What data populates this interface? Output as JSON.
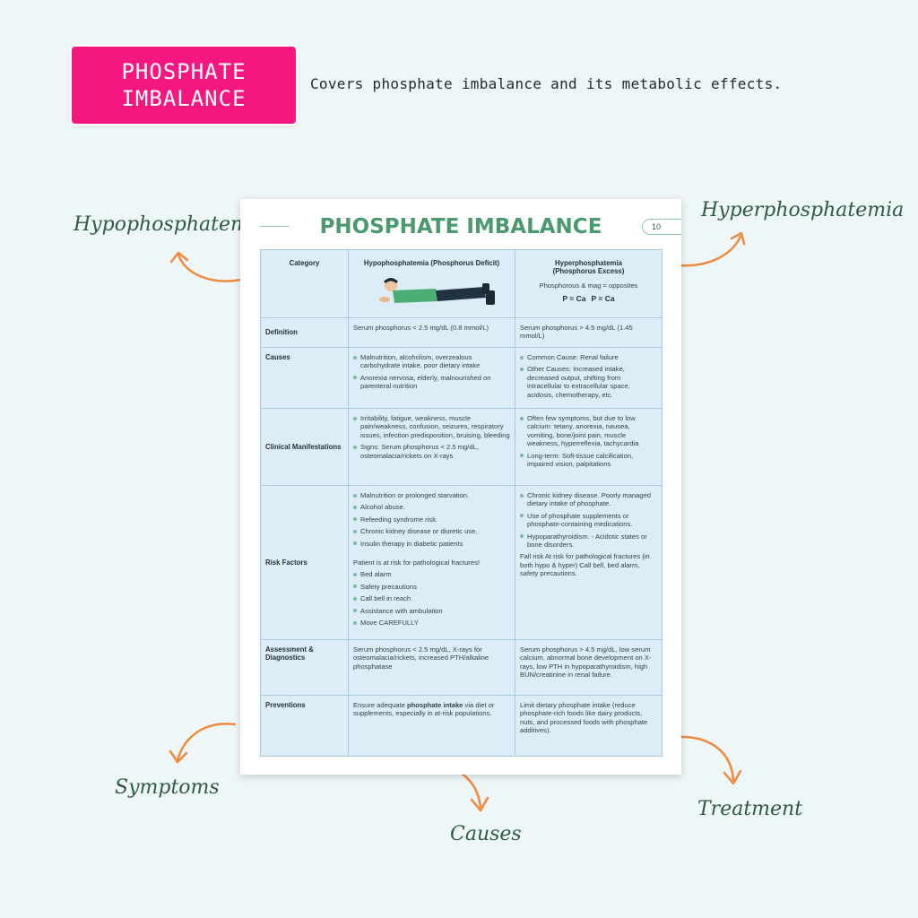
{
  "badge": {
    "line1": "PHOSPHATE",
    "line2": "IMBALANCE"
  },
  "tagline": "Covers phosphate imbalance and its metabolic effects.",
  "callouts": {
    "hypo": "Hypophosphatemia",
    "hyper": "Hyperphosphatemia",
    "symptoms": "Symptoms",
    "causes": "Causes",
    "treatment": "Treatment"
  },
  "sheet": {
    "title": "PHOSPHATE IMBALANCE",
    "page_number": "10",
    "header": {
      "category": "Category",
      "hypo": "Hypophosphatemia (Phosphorus Deficit)",
      "hyper_line1": "Hyperphosphatemia",
      "hyper_line2": "(Phosphorus Excess)",
      "hyper_note": "Phosphorous & mag = opposites",
      "formula_left": "P = Ca",
      "formula_right": "P = Ca"
    },
    "rows": {
      "definition": {
        "label": "Definition",
        "hypo": "Serum phosphorus < 2.5 mg/dL (0.8 mmol/L)",
        "hyper": "Serum phosphorus > 4.5 mg/dL (1.45 mmol/L)"
      },
      "causes": {
        "label": "Causes",
        "hypo": [
          "Malnutrition, alcoholism, overzealous carbohydrate intake, poor dietary intake",
          "Anorexia nervosa, elderly, malnourished on parenteral nutrition"
        ],
        "hyper": [
          "Common Cause: Renal failure",
          "Other Causes: Increased intake, decreased output, shifting from intracellular to extracellular space, acidosis, chemotherapy, etc."
        ]
      },
      "clinical": {
        "label": "Clinical Manifestations",
        "hypo": [
          "Irritability, fatigue, weakness, muscle pain/weakness, confusion, seizures, respiratory issues, infection predisposition, bruising, bleeding",
          "Signs: Serum phosphorus < 2.5 mg/dL, osteomalacia/rickets on X-rays"
        ],
        "hyper": [
          "Often few symptoms, but due to low calcium: tetany, anorexia, nausea, vomiting, bone/joint pain, muscle weakness, hyperreflexia, tachycardia",
          "Long-term: Soft-tissue calcification, impaired vision, palpitations"
        ]
      },
      "risk": {
        "label": "Risk Factors",
        "hypo": [
          "Malnutrition or prolonged starvation.",
          "Alcohol abuse.",
          "Refeeding syndrome risk.",
          "Chronic kidney disease or diuretic use.",
          "Insulin therapy in diabetic patients"
        ],
        "hypo_note": "Patient is at risk for pathological fractures!",
        "hypo_precautions": [
          "Bed alarm",
          "Safety precautions",
          "Call bell in reach",
          "Assistance with ambulation",
          "Move CAREFULLY"
        ],
        "hyper": [
          "Chronic kidney disease. Poorly managed dietary intake of phosphate.",
          "Use of phosphate supplements or phosphate-containing medications.",
          "Hypoparathyroidism. - Acidotic states or bone disorders."
        ],
        "hyper_note": "Fall risk At risk for pathological fractures (in both hypo & hyper) Call bell, bed alarm, safety precautions."
      },
      "assessment": {
        "label": "Assessment & Diagnostics",
        "hypo": "Serum phosphorus < 2.5 mg/dL, X-rays for osteomalacia/rickets, increased PTH/alkaline phosphatase",
        "hyper": "Serum phosphorus > 4.5 mg/dL, low serum calcium, abnormal bone development on X-rays, low PTH in hypoparathyroidism, high BUN/creatinine in renal failure."
      },
      "prevention": {
        "label": "Preventions",
        "hypo_pre": "Ensure adequate ",
        "hypo_bold": "phosphate intake",
        "hypo_post": " via diet or supplements, especially in at-risk populations.",
        "hyper": "Limit dietary phosphate intake (reduce phosphate-rich foods like dairy products, nuts, and processed foods with phosphate additives)."
      }
    }
  }
}
